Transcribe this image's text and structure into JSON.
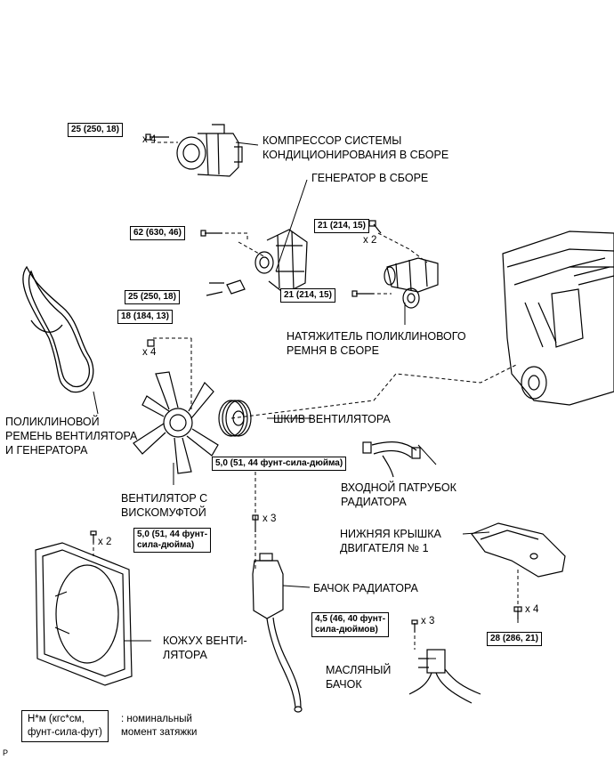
{
  "torques": {
    "compressor": "25 (250, 18)",
    "generator_top": "62 (630, 46)",
    "generator_right": "21 (214, 15)",
    "generator_bracket": "25 (250, 18)",
    "tensioner": "21 (214, 15)",
    "fan_nut": "18 (184, 13)",
    "reservoir_bolt_1": "5,0 (51, 44 фунт-сила-дюйма)",
    "shroud_bolt_1": "5,0 (51, 44 фунт-",
    "shroud_bolt_2": "сила-дюйма)",
    "oil_tank_1": "4,5 (46, 40 фунт-",
    "oil_tank_2": "сила-дюймов)",
    "engine_cover": "28 (286, 21)"
  },
  "quantities": {
    "compressor": "x 4",
    "generator": "x 2",
    "fan_nut": "x 4",
    "reservoir": "x 3",
    "shroud": "x 2",
    "oil_tank": "x 3",
    "engine_cover": "x 4"
  },
  "labels": {
    "compressor_1": "КОМПРЕССОР СИСТЕМЫ",
    "compressor_2": "КОНДИЦИОНИРОВАНИЯ В СБОРЕ",
    "generator": "ГЕНЕРАТОР В СБОРЕ",
    "tensioner_1": "НАТЯЖИТЕЛЬ ПОЛИКЛИНОВОГО",
    "tensioner_2": "РЕМНЯ В СБОРЕ",
    "belt_1": "ПОЛИКЛИНОВОЙ",
    "belt_2": "РЕМЕНЬ ВЕНТИЛЯТОРА",
    "belt_3": "И ГЕНЕРАТОРА",
    "pulley": "ШКИВ ВЕНТИЛЯТОРА",
    "hose_1": "ВХОДНОЙ ПАТРУБОК",
    "hose_2": "РАДИАТОРА",
    "fan_1": "ВЕНТИЛЯТОР С",
    "fan_2": "ВИСКОМУФТОЙ",
    "cover_1": "НИЖНЯЯ КРЫШКА",
    "cover_2": "ДВИГАТЕЛЯ № 1",
    "reservoir": "БАЧОК РАДИАТОРА",
    "shroud_1": "КОЖУХ ВЕНТИ-",
    "shroud_2": "ЛЯТОРА",
    "oil_tank_1": "МАСЛЯНЫЙ",
    "oil_tank_2": "БАЧОК"
  },
  "legend": {
    "unit_1": "Н*м (кгс*см,",
    "unit_2": "фунт-сила-фут)",
    "desc_1": ": номинальный",
    "desc_2": "момент затяжки"
  },
  "corner_mark": "P"
}
